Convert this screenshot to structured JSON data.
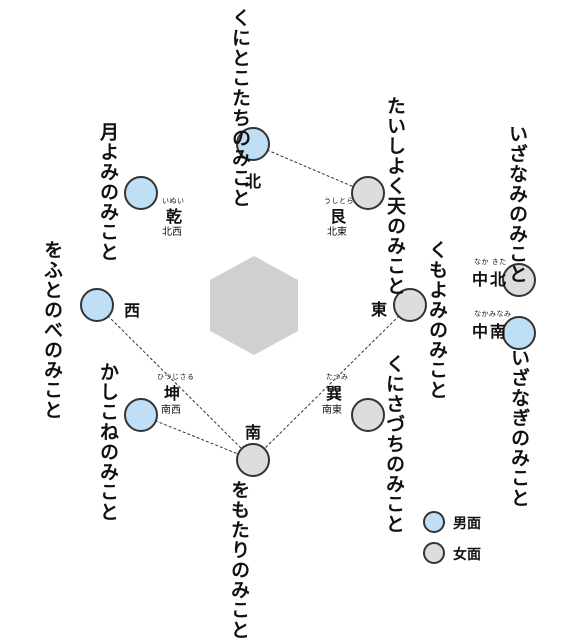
{
  "colors": {
    "male": "#bfdff7",
    "female": "#dddddd",
    "stroke": "#333333",
    "hexagon": "#d0d0d0"
  },
  "deities": {
    "kunitokotachi": "くにとこたちのみこと",
    "taishokuten": "たいしよく天のみこと",
    "tsukiyomi": "月よみのみこと",
    "izanami": "いざなみのみこと",
    "izanagi": "いざなぎのみこと",
    "kumoyomi": "くもよみのみこと",
    "wofutonobe": "をふとのべのみこと",
    "kunisatsuchi": "くにさづちのみこと",
    "kashikone": "かしこねのみこと",
    "omotari": "をもたりのみこと"
  },
  "directions": {
    "north": "北",
    "northeast": "艮",
    "northeast_sub": "北東",
    "northeast_ruby": "うしとら",
    "northwest": "乾",
    "northwest_sub": "北西",
    "northwest_ruby": "いぬい",
    "west": "西",
    "east": "東",
    "southwest": "坤",
    "southwest_sub": "南西",
    "southwest_ruby": "ひつじさる",
    "southeast": "巽",
    "southeast_sub": "南東",
    "southeast_ruby": "たつみ",
    "south": "南",
    "center_north": "中北",
    "center_north_ruby": "なか きた",
    "center_south": "中南",
    "center_south_ruby": "なかみなみ"
  },
  "legend": {
    "male": "男面",
    "female": "女面"
  }
}
